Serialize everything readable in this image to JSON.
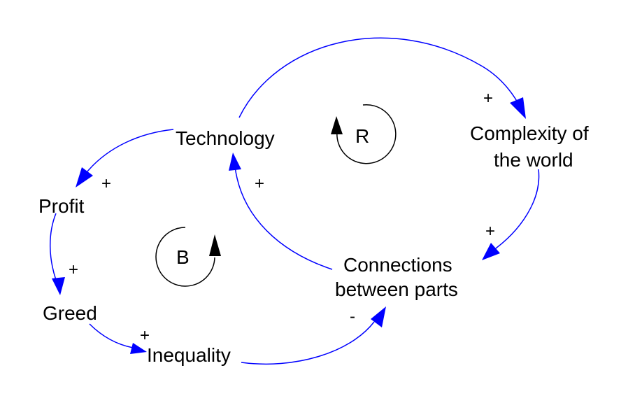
{
  "nodes": {
    "technology": "Technology",
    "complexity_line1": "Complexity of",
    "complexity_line2": "the world",
    "profit": "Profit",
    "greed": "Greed",
    "inequality": "Inequality",
    "connections_line1": "Connections",
    "connections_line2": "between parts"
  },
  "polarities": {
    "technology_to_complexity": "+",
    "technology_to_profit": "+",
    "connections_to_technology": "+",
    "complexity_to_connections": "+",
    "profit_to_greed": "+",
    "greed_to_inequality": "+",
    "inequality_to_connections": "-"
  },
  "loops": {
    "reinforcing": "R",
    "balancing": "B"
  },
  "colors": {
    "link": "#0000ff",
    "text": "#000000",
    "loop_marker": "#000000"
  }
}
